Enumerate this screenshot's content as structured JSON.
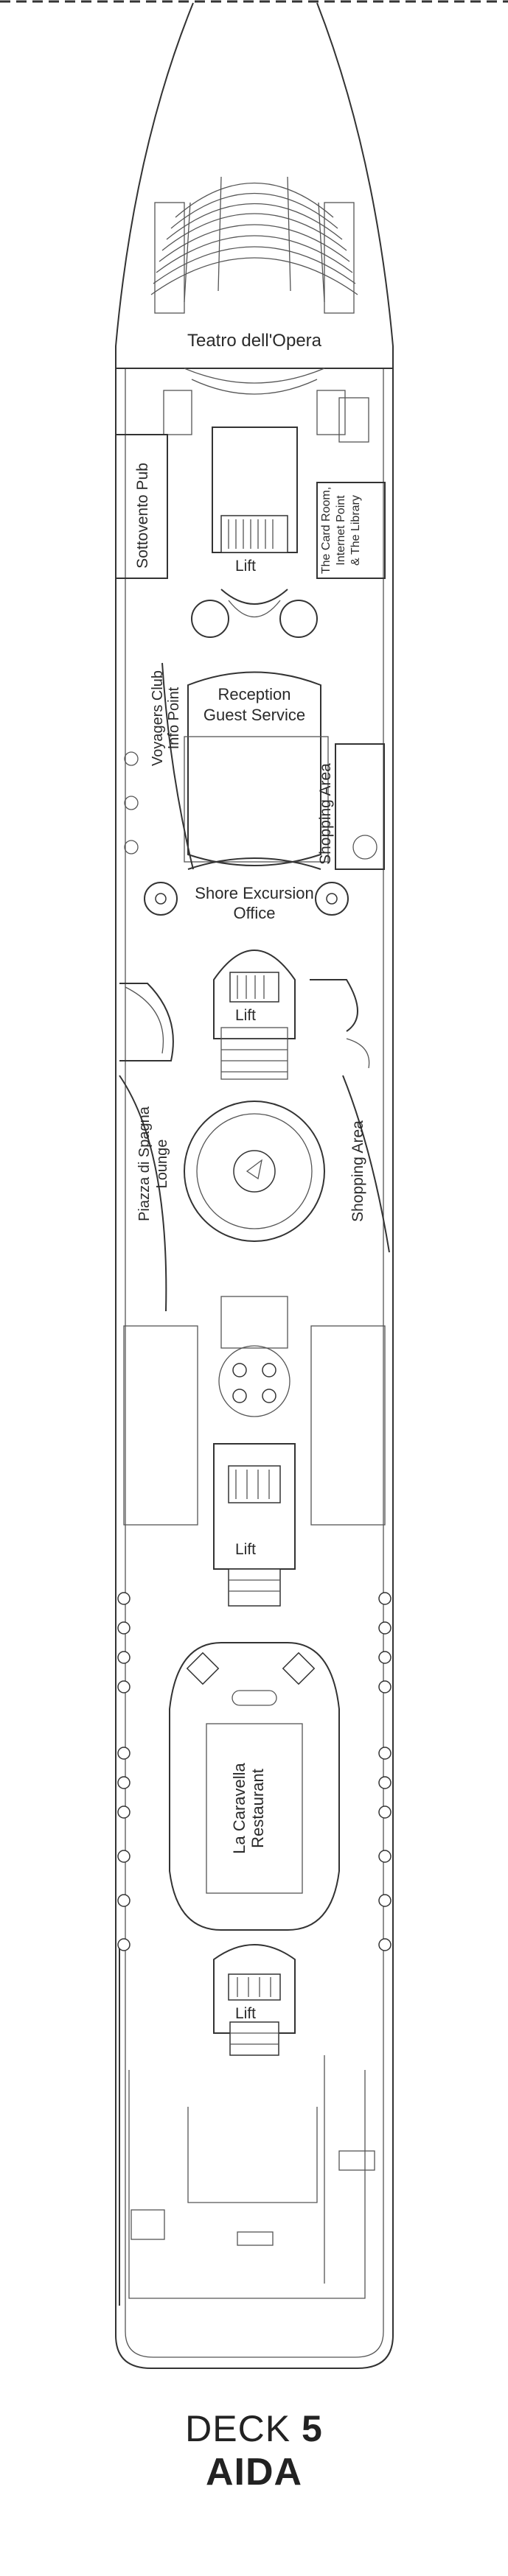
{
  "deck": {
    "prefix": "DECK",
    "number": "5",
    "ship": "AIDA"
  },
  "areas": {
    "theatre": "Teatro dell'Opera",
    "pub": "Sottovento Pub",
    "library": [
      "The Card Room,",
      "Internet Point",
      "& The Library"
    ],
    "voyagers": [
      "Voyagers Club",
      "Info Point"
    ],
    "reception": [
      "Reception",
      "Guest Service"
    ],
    "shopping_fwd": "Shopping Area",
    "shore": [
      "Shore Excursion",
      "Office"
    ],
    "piazza": [
      "Piazza di Spagna",
      "Lounge"
    ],
    "shopping_aft": "Shopping Area",
    "restaurant": [
      "La Caravella",
      "Restaurant"
    ]
  },
  "lifts": [
    "Lift",
    "Lift",
    "Lift",
    "Lift"
  ]
}
